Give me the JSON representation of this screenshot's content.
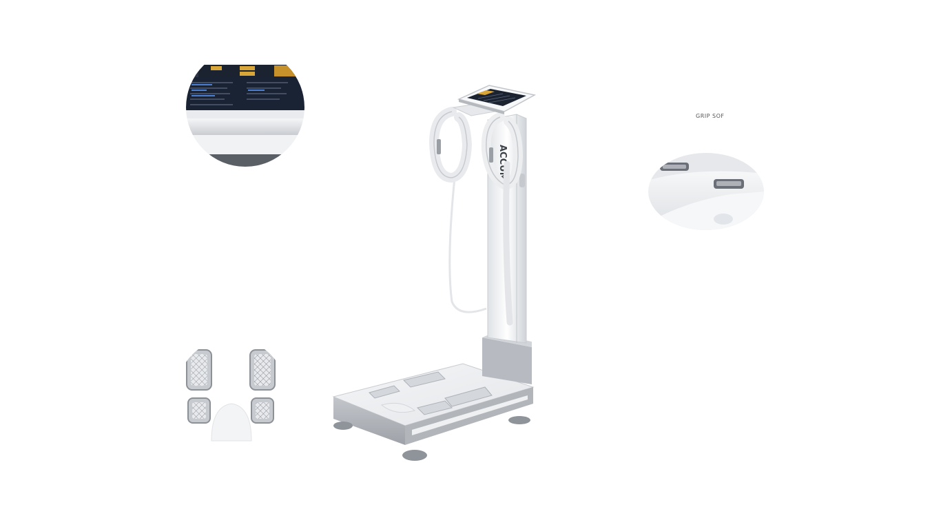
{
  "product": {
    "brand_text": "ACCUNI",
    "feature_caption": "GRIP SOF"
  },
  "icons": {
    "screen_detail": "display-closeup",
    "grip_detail": "hand-grip-closeup",
    "footplate_detail": "foot-electrodes-closeup",
    "device": "body-composition-analyzer"
  },
  "colors": {
    "background": "#ffffff",
    "body_white": "#f2f3f5",
    "body_gray": "#b9bcc1",
    "screen_dark": "#1b2230",
    "screen_gold": "#d9a63a",
    "electrode": "#8c9097"
  }
}
